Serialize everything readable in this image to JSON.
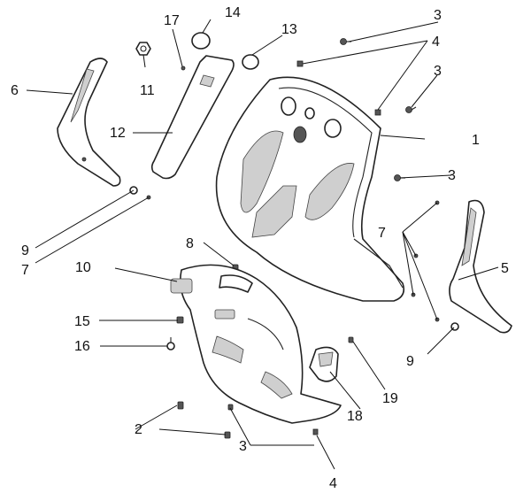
{
  "diagram": {
    "callouts": [
      {
        "id": "c1",
        "label": "1"
      },
      {
        "id": "c2",
        "label": "2"
      },
      {
        "id": "c3a",
        "label": "3"
      },
      {
        "id": "c3b",
        "label": "3"
      },
      {
        "id": "c3c",
        "label": "3"
      },
      {
        "id": "c3d",
        "label": "3"
      },
      {
        "id": "c4a",
        "label": "4"
      },
      {
        "id": "c4b",
        "label": "4"
      },
      {
        "id": "c5",
        "label": "5"
      },
      {
        "id": "c6",
        "label": "6"
      },
      {
        "id": "c7a",
        "label": "7"
      },
      {
        "id": "c7b",
        "label": "7"
      },
      {
        "id": "c8",
        "label": "8"
      },
      {
        "id": "c9a",
        "label": "9"
      },
      {
        "id": "c9b",
        "label": "9"
      },
      {
        "id": "c10",
        "label": "10"
      },
      {
        "id": "c11",
        "label": "11"
      },
      {
        "id": "c12",
        "label": "12"
      },
      {
        "id": "c13",
        "label": "13"
      },
      {
        "id": "c14",
        "label": "14"
      },
      {
        "id": "c15",
        "label": "15"
      },
      {
        "id": "c16",
        "label": "16"
      },
      {
        "id": "c17",
        "label": "17"
      },
      {
        "id": "c18",
        "label": "18"
      },
      {
        "id": "c19",
        "label": "19"
      }
    ]
  }
}
